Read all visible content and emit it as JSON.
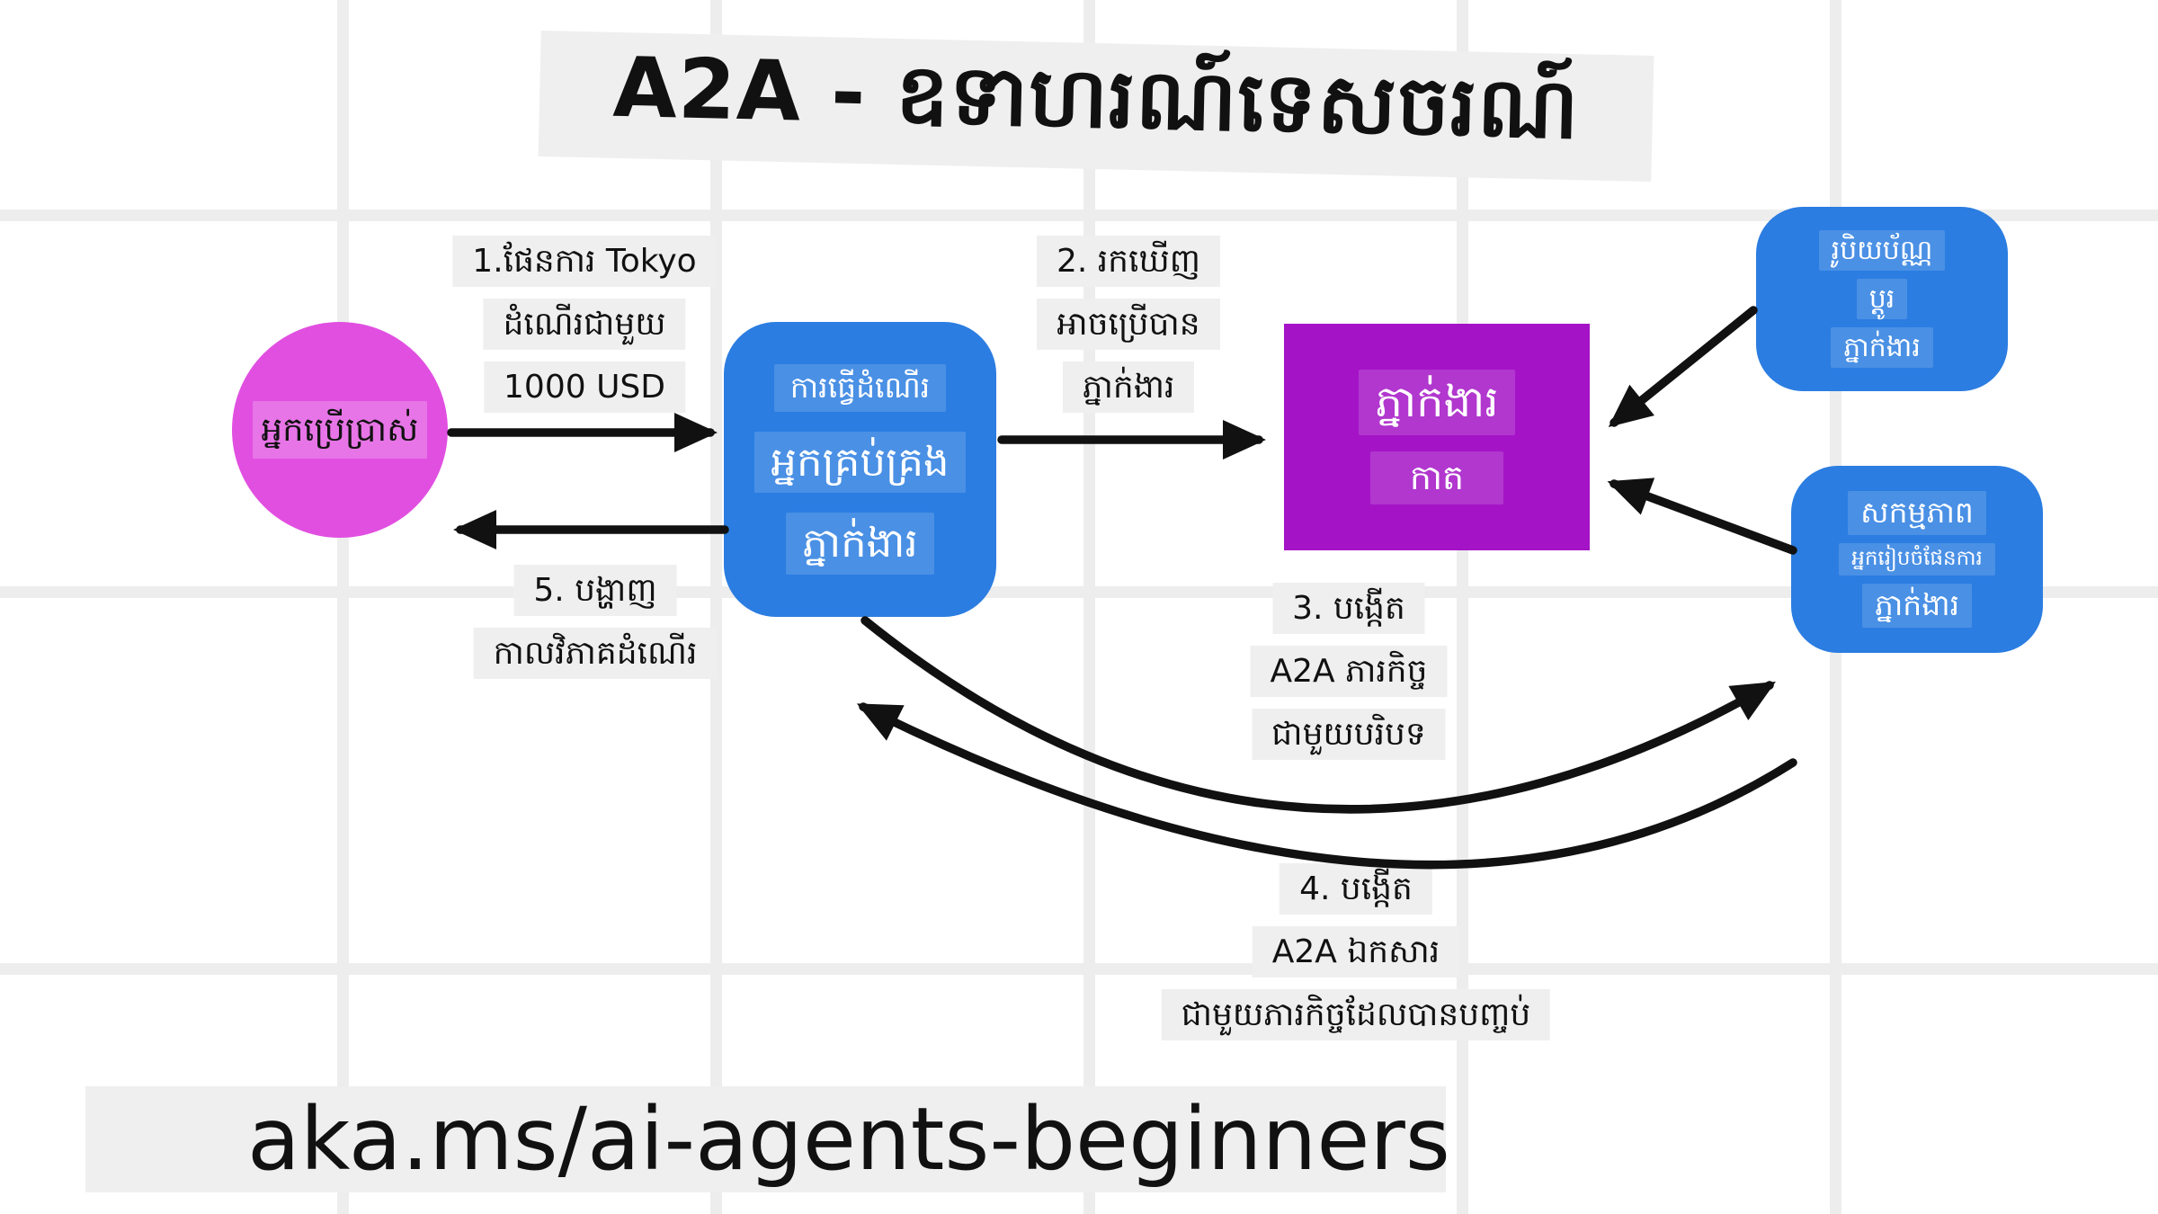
{
  "title": {
    "text": "A2A - ឧទាហរណ៍ទេសចរណ៍"
  },
  "footer": {
    "text": "aka.ms/ai-agents-beginners"
  },
  "colors": {
    "node_blue": "#2b7de1",
    "node_purple": "#a414c6",
    "node_magenta": "#e14fe1",
    "label_bg": "#efefef",
    "arrow": "#111111",
    "background": "#ffffff",
    "grid_line": "#ededed"
  },
  "nodes": {
    "user": {
      "label": "អ្នកប្រើប្រាស់"
    },
    "travel_manager": {
      "lines": [
        "ការធ្វើដំណើរ",
        "អ្នកគ្រប់គ្រង",
        "ភ្នាក់ងារ"
      ]
    },
    "agent_card": {
      "lines": [
        "ភ្នាក់ងារ",
        "កាត"
      ]
    },
    "currency_exchange": {
      "lines": [
        "រូបិយប័ណ្ណ",
        "ប្តូរ",
        "ភ្នាក់ងារ"
      ]
    },
    "activity_planner": {
      "lines": [
        "សកម្មភាព",
        "អ្នករៀបចំផែនការ",
        "ភ្នាក់ងារ"
      ]
    }
  },
  "steps": {
    "step1": {
      "lines": [
        "1.ផែនការ Tokyo",
        "ដំណើរជាមួយ",
        "1000 USD"
      ]
    },
    "step2": {
      "lines": [
        "2. រកឃើញ",
        "អាចប្រើបាន",
        "ភ្នាក់ងារ"
      ]
    },
    "step3": {
      "lines": [
        "3. បង្កើត",
        "A2A ភារកិច្ច",
        "ជាមួយបរិបទ"
      ]
    },
    "step4": {
      "lines": [
        "4. បង្កើត",
        "A2A ឯកសារ",
        "ជាមួយភារកិច្ចដែលបានបញ្ចប់"
      ]
    },
    "step5": {
      "lines": [
        "5. បង្ហាញ",
        "កាលវិភាគដំណើរ"
      ]
    }
  }
}
